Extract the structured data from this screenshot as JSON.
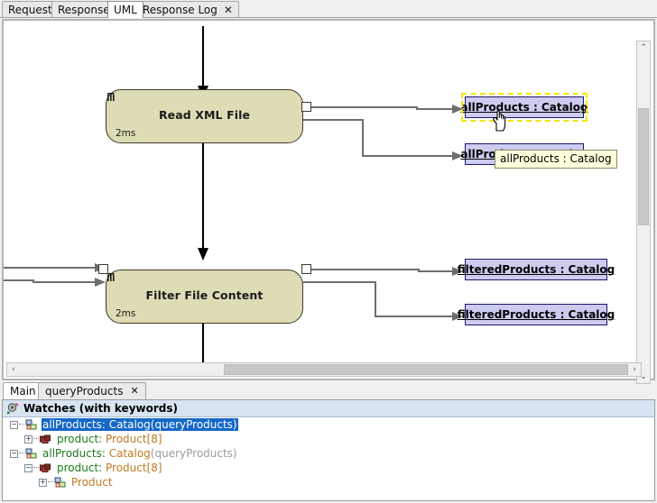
{
  "top_tabs": [
    {
      "label": "Request",
      "selected": false,
      "closable": false
    },
    {
      "label": "Response",
      "selected": false,
      "closable": false
    },
    {
      "label": "UML",
      "selected": true,
      "closable": false
    },
    {
      "label": "Response Log",
      "selected": false,
      "closable": true,
      "close_label": "✕"
    }
  ],
  "diagram": {
    "activities": [
      {
        "title": "Read XML File",
        "duration": "2ms"
      },
      {
        "title": "Filter File Content",
        "duration": "2ms"
      }
    ],
    "objects": [
      {
        "label": "allProducts : Catalog",
        "selected": true
      },
      {
        "label": "allProducts : Catalog",
        "selected": false
      },
      {
        "label": "filteredProducts : Catalog",
        "selected": false
      },
      {
        "label": "filteredProducts : Catalog",
        "selected": false
      }
    ],
    "tooltip": "allProducts : Catalog",
    "colors": {
      "activity_fill": "#dedcb4",
      "activity_border": "#3b3b28",
      "object_fill": "#ccccf0",
      "object_border": "#1a1a6b",
      "selection": "#f5e400",
      "tooltip_bg": "#ffffdd",
      "connector": "#6e6e6e"
    }
  },
  "scrollbars": {
    "vertical": {
      "up": "⌃",
      "down": "⌄"
    },
    "horizontal": {
      "left": "‹",
      "right": "›"
    }
  },
  "bottom_tabs": [
    {
      "label": "Main",
      "selected": true,
      "closable": false
    },
    {
      "label": "queryProducts",
      "selected": false,
      "closable": true,
      "close_label": "✕"
    }
  ],
  "watches": {
    "title": "Watches (with keywords)",
    "rows": [
      {
        "indent": 0,
        "expander": "−",
        "icon": "class-icon",
        "name": "allProducts",
        "sep": ": ",
        "type": "Catalog",
        "paren": "(queryProducts)",
        "selected": true
      },
      {
        "indent": 1,
        "expander": "+",
        "icon": "collection-icon",
        "name": "product",
        "sep": ": ",
        "type": "Product[8]",
        "paren": "",
        "selected": false
      },
      {
        "indent": 0,
        "expander": "−",
        "icon": "class-icon",
        "name": "allProducts",
        "sep": ": ",
        "type": "Catalog",
        "paren": "(queryProducts)",
        "selected": false
      },
      {
        "indent": 1,
        "expander": "−",
        "icon": "collection-icon",
        "name": "product",
        "sep": ": ",
        "type": "Product[8]",
        "paren": "",
        "selected": false
      },
      {
        "indent": 2,
        "expander": "+",
        "icon": "class-icon",
        "name": "",
        "sep": "",
        "type": "Product",
        "paren": "",
        "selected": false
      }
    ]
  }
}
